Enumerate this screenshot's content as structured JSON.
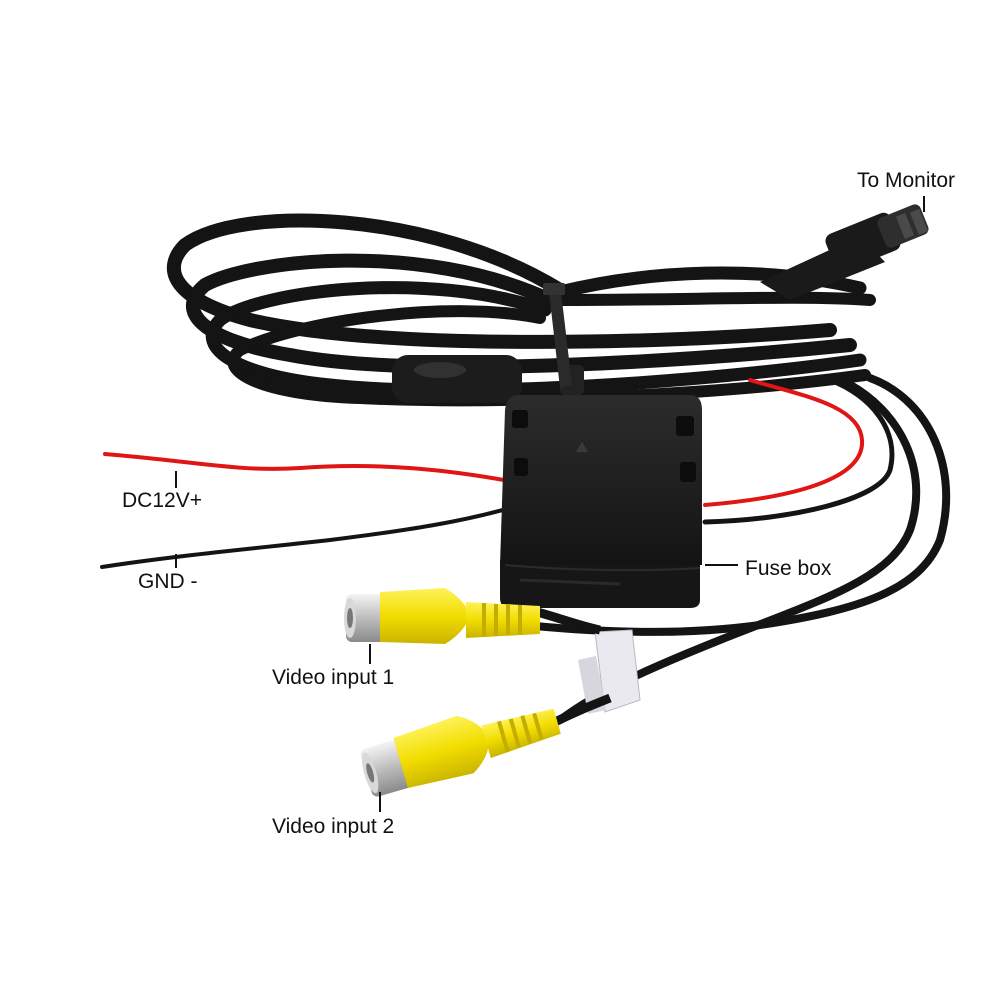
{
  "labels": {
    "to_monitor": "To Monitor",
    "dc12v": "DC12V+",
    "gnd": "GND -",
    "fuse_box": "Fuse box",
    "video_input_1": "Video input 1",
    "video_input_2": "Video input 2"
  },
  "colors": {
    "cable": "#151515",
    "red_wire": "#e01515",
    "rca_yellow": "#f2e000",
    "fuse_box": "#1b1b1b"
  }
}
